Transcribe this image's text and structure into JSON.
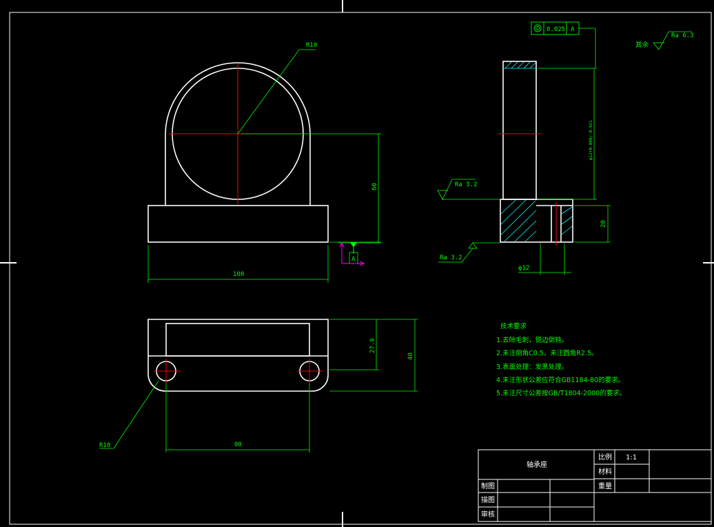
{
  "dimensions": {
    "r_top": "R10",
    "height_60": "60",
    "width_100": "100",
    "width_27": "27.9",
    "height_40": "40",
    "spacing_80": "80",
    "r_bottom": "R10",
    "dia_12": "φ12",
    "thickness_20": "20",
    "shaft_dia": "φ12+0.000/-0.021"
  },
  "surface_finish": {
    "rest_label": "其余",
    "rest_value": "Ra 6.3",
    "ra_a": "Ra 3.2",
    "ra_b": "Ra 3.2"
  },
  "tolerance": {
    "value": "0.025",
    "datum": "A",
    "datum_marker": "A"
  },
  "requirements": {
    "heading": "技术要求",
    "items": [
      "1.去除毛刺，锐边倒钝。",
      "2.未注倒角C0.5，未注圆角R2.5。",
      "3.表面处理：发黑处理。",
      "4.未注形状公差应符合GB1184-80的要求。",
      "5.未注尺寸公差按GB/T1804-2000的要求。"
    ]
  },
  "title_block": {
    "part_name": "轴承座",
    "scale_label": "比例",
    "scale_value": "1:1",
    "material_label": "材料",
    "weight_label": "重量",
    "drawn_label": "制图",
    "designed_label": "描图",
    "checked_label": "审核"
  },
  "colors": {
    "outline": "#ffffff",
    "dimension": "#00ff00",
    "centerline": "#ff0000",
    "hatch": "#00ffff",
    "datum_symbol": "#ff00ff"
  }
}
